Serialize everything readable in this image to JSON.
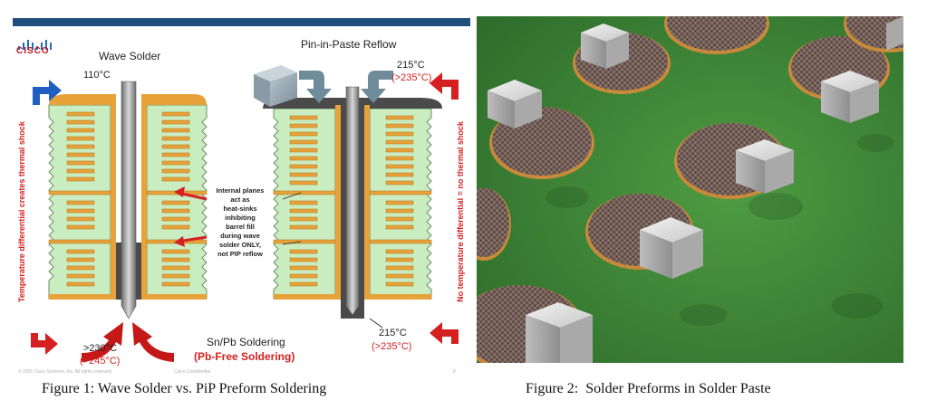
{
  "figure1": {
    "logo": {
      "icon": "cisco-bars-icon",
      "text": "CISCO"
    },
    "wave_title": "Wave Solder",
    "pip_title": "Pin-in-Paste Reflow",
    "wave_top_temp": "110°C",
    "pip_top_temp": "215°C",
    "pip_top_temp_pbfree": "(>235°C)",
    "wave_bottom_temp": ">230°C",
    "wave_bottom_temp_pbfree": "(>245°C)",
    "pip_bottom_temp": "215°C",
    "pip_bottom_temp_pbfree": "(>235°C)",
    "left_side_label": "Temperature differential creates thermal shock",
    "right_side_label": "No temperature differential = no thermal shock",
    "annotation_lines": [
      "Internal planes",
      "act as",
      "heat-sinks",
      "inhibiting",
      "barrel fill",
      "during wave",
      "solder ONLY,",
      "not PIP reflow"
    ],
    "bottom_line1": "Sn/Pb Soldering",
    "bottom_line2": "(Pb-Free Soldering)",
    "footer_left": "© 2005 Cisco Systems, Inc. All rights reserved.",
    "footer_mid": "Cisco Confidential",
    "footer_page": "8",
    "colors": {
      "board": "#c9ecc1",
      "pad": "#e8a23a",
      "arrow_red": "#d42020",
      "arrow_blue": "#1f5fc2",
      "pin": "#9a9a9a",
      "topbar": "#1e4f7d"
    }
  },
  "figure2": {
    "photo_subject": "solder-preforms-in-paste",
    "colors": {
      "background": "#3f8a37",
      "paste": "#6e5a52",
      "preform": "#dcdcdc"
    }
  },
  "captions": {
    "figure1": "Figure 1: Wave Solder vs. PiP Preform Soldering",
    "figure2": "Figure 2:  Solder Preforms in Solder Paste"
  }
}
